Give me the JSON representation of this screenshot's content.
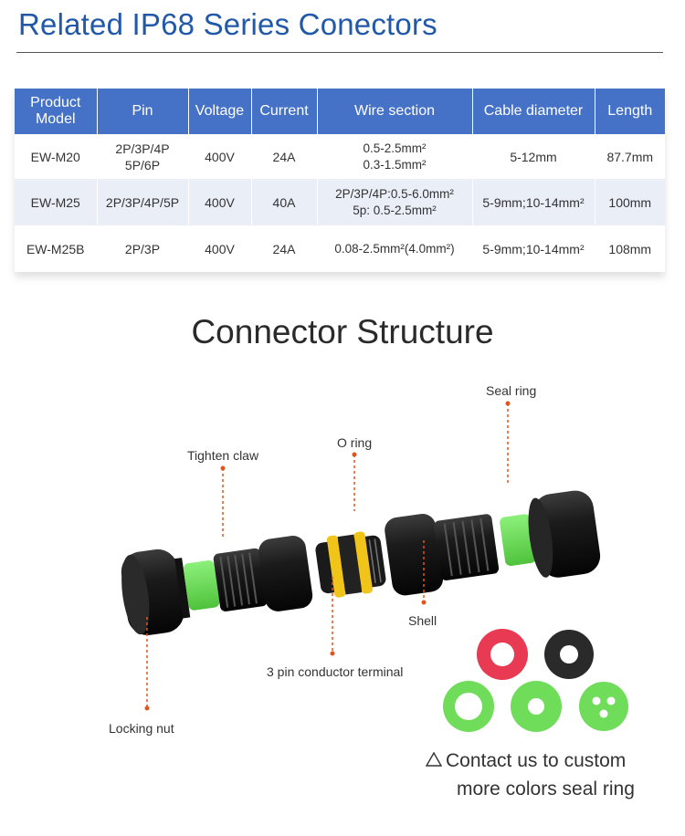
{
  "header": {
    "title": "Related IP68 Series Conectors"
  },
  "table": {
    "columns": [
      "Product\nModel",
      "Pin",
      "Voltage",
      "Current",
      "Wire section",
      "Cable diameter",
      "Length"
    ],
    "rows": [
      [
        "EW-M20",
        "2P/3P/4P\n5P/6P",
        "400V",
        "24A",
        "0.5-2.5mm²\n0.3-1.5mm²",
        "5-12mm",
        "87.7mm"
      ],
      [
        "EW-M25",
        "2P/3P/4P/5P",
        "400V",
        "40A",
        "2P/3P/4P:0.5-6.0mm²\n5p: 0.5-2.5mm²",
        "5-9mm;10-14mm²",
        "100mm"
      ],
      [
        "EW-M25B",
        "2P/3P",
        "400V",
        "24A",
        "0.08-2.5mm²(4.0mm²)",
        "5-9mm;10-14mm²",
        "108mm"
      ]
    ]
  },
  "structure": {
    "title": "Connector Structure",
    "labels": {
      "seal_ring": "Seal ring",
      "tighten_claw": "Tighten claw",
      "o_ring": "O ring",
      "shell": "Shell",
      "terminal": "3 pin conductor terminal",
      "locking_nut": "Locking nut"
    }
  },
  "colors": {
    "title_blue": "#2258a8",
    "header_blue": "#4572c7",
    "leader_orange": "#e2541d",
    "seal_green": "#6fdc5a",
    "seal_red": "#e83a52",
    "o_ring_yellow": "#f0c419"
  },
  "seal_rings": [
    "red",
    "black",
    "green",
    "green",
    "green"
  ],
  "caption": {
    "icon": "warning-triangle-icon",
    "line1": "Contact us to custom",
    "line2": "more colors seal ring"
  }
}
